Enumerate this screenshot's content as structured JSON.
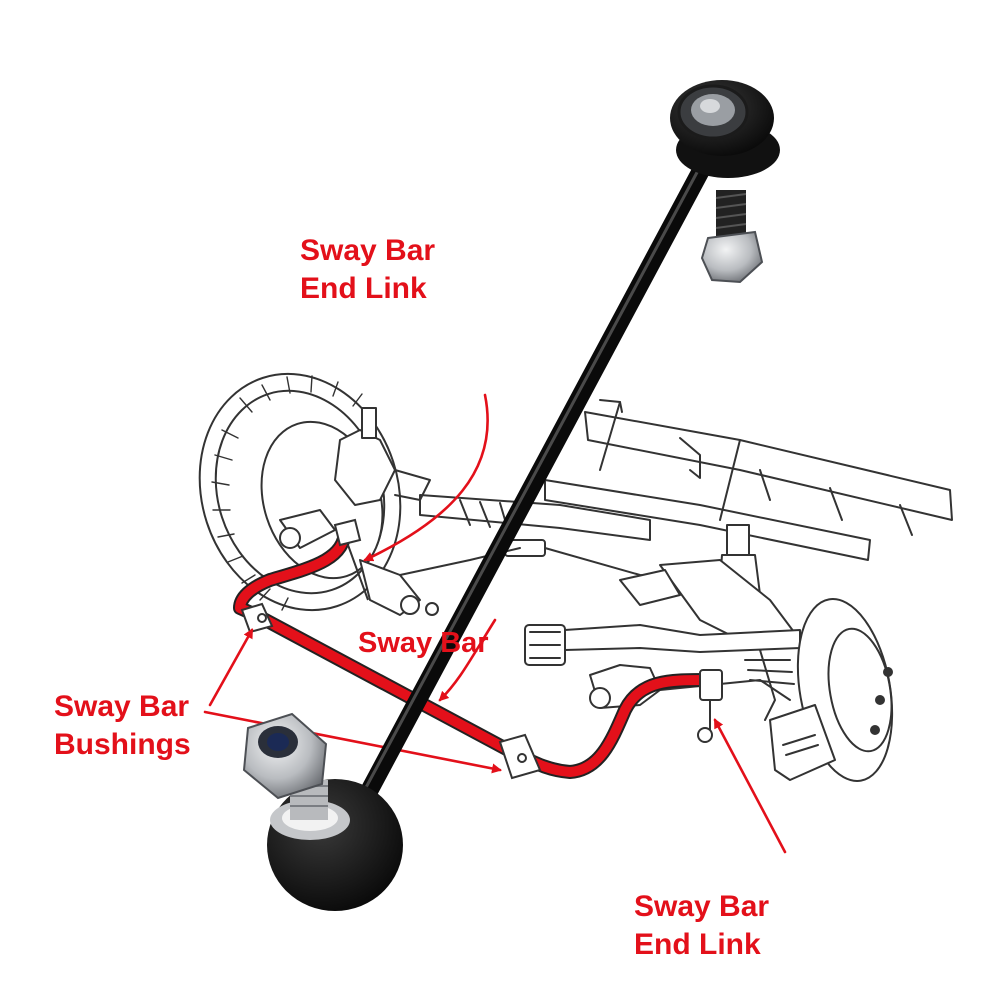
{
  "labels": {
    "end_link_top": {
      "line1": "Sway Bar",
      "line2": "End Link"
    },
    "sway_bar": {
      "text": "Sway Bar"
    },
    "bushings": {
      "line1": "Sway Bar",
      "line2": "Bushings"
    },
    "end_link_bottom": {
      "line1": "Sway Bar",
      "line2": "End Link"
    }
  },
  "colors": {
    "highlight": "#e3101a",
    "line_art": "#333333",
    "link_rod": "#111111",
    "nut": "#b9bcc0"
  }
}
